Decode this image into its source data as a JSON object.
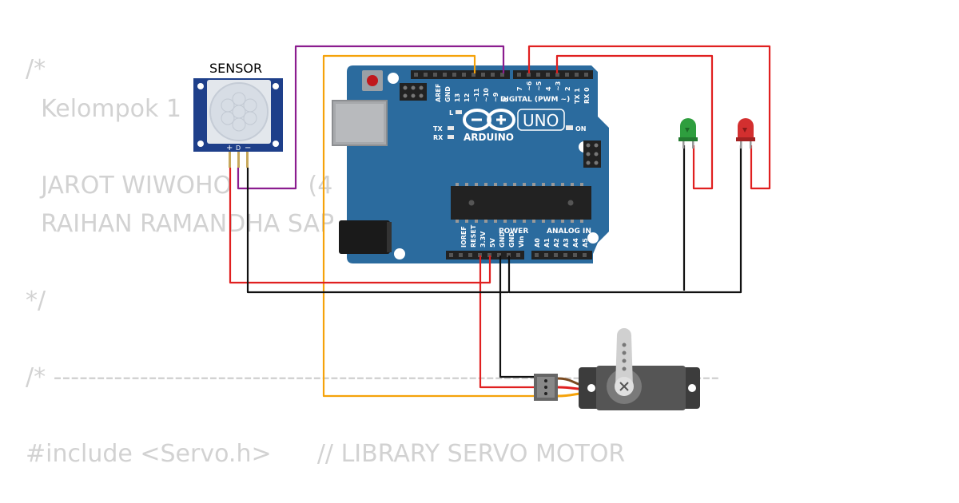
{
  "code_lines": [
    {
      "text": "/*"
    },
    {
      "text": "  Kelompok 1"
    },
    {
      "text": "  JAROT WIWOHO          (4"
    },
    {
      "text": "  RAIHAN RAMANDHA SAP"
    },
    {
      "text": "*/"
    },
    {
      "text": "/* -----------------------------------------------------------------------------"
    },
    {
      "text": "#include <Servo.h>      // LIBRARY SERVO MOTOR"
    }
  ],
  "sensor": {
    "title": "SENSOR",
    "pin_labels": [
      "+",
      "D",
      "−"
    ]
  },
  "arduino": {
    "digital_header": "DIGITAL (PWM ~)",
    "digital_pins": [
      "AREF",
      "GND",
      "13",
      "12",
      "~11",
      "~10",
      "~9",
      "8",
      "7",
      "~6",
      "~5",
      "4",
      "~3",
      "2",
      "TX 1",
      "RX 0"
    ],
    "logo_text": "ARDUINO",
    "model": "UNO",
    "on_label": "ON",
    "l_label": "L",
    "tx_label": "TX",
    "rx_label": "RX",
    "power_header": "POWER",
    "power_pins": [
      "IOREF",
      "RESET",
      "3.3V",
      "5V",
      "GND",
      "GND",
      "Vin"
    ],
    "analog_header": "ANALOG IN",
    "analog_pins": [
      "A0",
      "A1",
      "A2",
      "A3",
      "A4",
      "A5"
    ]
  },
  "leds": [
    {
      "name": "green",
      "color": "#2e9e3e"
    },
    {
      "name": "red",
      "color": "#d32f2f"
    }
  ],
  "wire_colors": {
    "purple": "#8b1d8f",
    "orange": "#f5a20a",
    "red": "#e02020",
    "black": "#111111"
  },
  "board_color": "#2b6b9e"
}
